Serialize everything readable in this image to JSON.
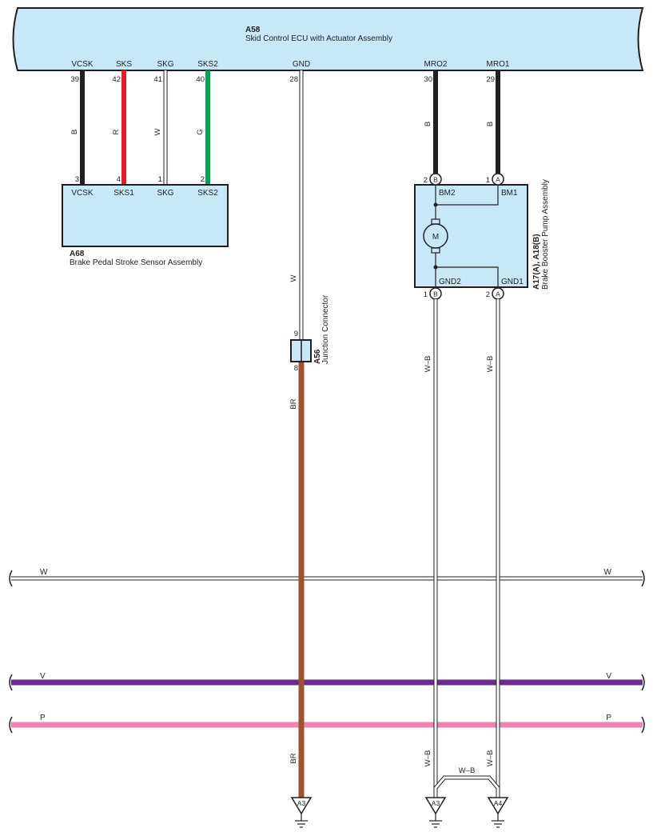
{
  "ecu": {
    "code": "A58",
    "name": "Skid Control ECU with Actuator Assembly",
    "terminals": {
      "vcsk": "VCSK",
      "sks": "SKS",
      "skg": "SKG",
      "sks2": "SKS2",
      "gnd": "GND",
      "mro2": "MRO2",
      "mro1": "MRO1"
    },
    "pins": {
      "vcsk": "39",
      "sks": "42",
      "skg": "41",
      "sks2": "40",
      "gnd": "28",
      "mro2": "30",
      "mro1": "29"
    }
  },
  "sensor": {
    "code": "A68",
    "name": "Brake Pedal Stroke Sensor Assembly",
    "terminals": {
      "vcsk": "VCSK",
      "sks1": "SKS1",
      "skg": "SKG",
      "sks2": "SKS2"
    },
    "pins": {
      "vcsk": "3",
      "sks1": "4",
      "skg": "1",
      "sks2": "2"
    }
  },
  "pump": {
    "code": "A17(A), A18(B)",
    "name": "Brake Booster Pump Assembly",
    "terminals": {
      "bm2": "BM2",
      "bm1": "BM1",
      "gnd2": "GND2",
      "gnd1": "GND1",
      "motor": "M"
    },
    "pins": {
      "bm2": "2",
      "bm1": "1",
      "gnd2": "1",
      "gnd1": "2"
    },
    "connectors": {
      "b": "B",
      "a": "A"
    }
  },
  "junction": {
    "code": "A56",
    "name": "Junction Connector",
    "pins": {
      "top": "9",
      "bottom": "8"
    }
  },
  "wire_labels": {
    "vcsk": "B",
    "sks": "R",
    "skg": "W",
    "sks2": "G",
    "gnd_upper": "W",
    "gnd_lower": "BR",
    "gnd_bottom": "BR",
    "mro2": "B",
    "mro1": "B",
    "gnd2": "W–B",
    "gnd1": "W–B",
    "gnd2_bottom": "W–B",
    "gnd1_bottom": "W–B",
    "jumper": "W–B"
  },
  "buses": [
    {
      "label": "W",
      "color": "#ffffff"
    },
    {
      "label": "V",
      "color": "#6b2c91"
    },
    {
      "label": "P",
      "color": "#ee82b4"
    }
  ],
  "grounds": [
    {
      "label": "A3"
    },
    {
      "label": "A3"
    },
    {
      "label": "A4"
    }
  ],
  "colors": {
    "ecu_fill": "#c8e8f8",
    "black_wire": "#231f20",
    "red_wire": "#ed1c24",
    "green_wire": "#00a651",
    "brown_wire": "#a0522d",
    "violet_wire": "#6b2c91",
    "pink_wire": "#ee82b4"
  }
}
